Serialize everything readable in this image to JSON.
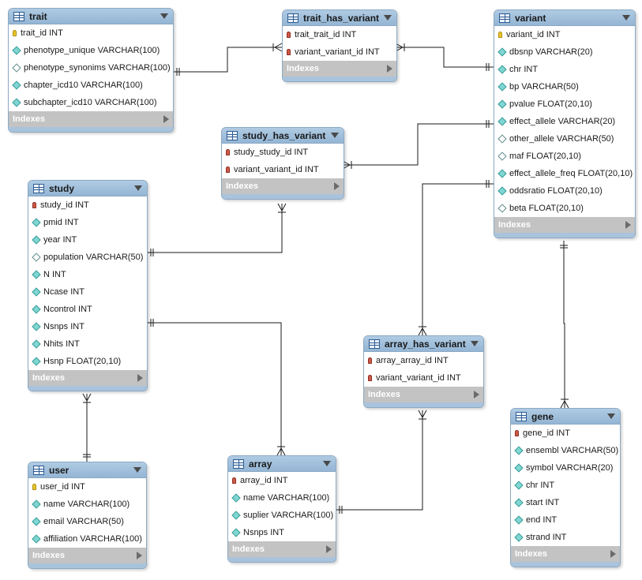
{
  "diagram": {
    "indexes_label": "Indexes",
    "tables": [
      {
        "id": "trait",
        "name": "trait",
        "columns": [
          {
            "name": "trait_id INT",
            "kind": "pk"
          },
          {
            "name": "phenotype_unique VARCHAR(100)",
            "kind": "attr"
          },
          {
            "name": "phenotype_synonims VARCHAR(100)",
            "kind": "attr-null"
          },
          {
            "name": "chapter_icd10 VARCHAR(100)",
            "kind": "attr"
          },
          {
            "name": "subchapter_icd10 VARCHAR(100)",
            "kind": "attr"
          }
        ]
      },
      {
        "id": "trait_has_variant",
        "name": "trait_has_variant",
        "columns": [
          {
            "name": "trait_trait_id INT",
            "kind": "fk"
          },
          {
            "name": "variant_variant_id INT",
            "kind": "fk"
          }
        ]
      },
      {
        "id": "variant",
        "name": "variant",
        "columns": [
          {
            "name": "variant_id INT",
            "kind": "pk"
          },
          {
            "name": "dbsnp VARCHAR(20)",
            "kind": "attr"
          },
          {
            "name": "chr INT",
            "kind": "attr"
          },
          {
            "name": "bp VARCHAR(50)",
            "kind": "attr"
          },
          {
            "name": "pvalue FLOAT(20,10)",
            "kind": "attr"
          },
          {
            "name": "effect_allele VARCHAR(20)",
            "kind": "attr"
          },
          {
            "name": "other_allele VARCHAR(50)",
            "kind": "attr-null"
          },
          {
            "name": "maf FLOAT(20,10)",
            "kind": "attr-null"
          },
          {
            "name": "effect_allele_freq FLOAT(20,10)",
            "kind": "attr"
          },
          {
            "name": "oddsratio FLOAT(20,10)",
            "kind": "attr"
          },
          {
            "name": "beta FLOAT(20,10)",
            "kind": "attr-null"
          }
        ]
      },
      {
        "id": "study_has_variant",
        "name": "study_has_variant",
        "columns": [
          {
            "name": "study_study_id INT",
            "kind": "fk"
          },
          {
            "name": "variant_variant_id INT",
            "kind": "fk"
          }
        ]
      },
      {
        "id": "study",
        "name": "study",
        "columns": [
          {
            "name": "study_id INT",
            "kind": "fk"
          },
          {
            "name": "pmid INT",
            "kind": "attr"
          },
          {
            "name": "year INT",
            "kind": "attr"
          },
          {
            "name": "population VARCHAR(50)",
            "kind": "attr-null"
          },
          {
            "name": "N INT",
            "kind": "attr"
          },
          {
            "name": "Ncase INT",
            "kind": "attr"
          },
          {
            "name": "Ncontrol INT",
            "kind": "attr"
          },
          {
            "name": "Nsnps INT",
            "kind": "attr"
          },
          {
            "name": "Nhits INT",
            "kind": "attr"
          },
          {
            "name": "Hsnp FLOAT(20,10)",
            "kind": "attr"
          }
        ]
      },
      {
        "id": "array_has_variant",
        "name": "array_has_variant",
        "columns": [
          {
            "name": "array_array_id INT",
            "kind": "fk"
          },
          {
            "name": "variant_variant_id INT",
            "kind": "fk"
          }
        ]
      },
      {
        "id": "gene",
        "name": "gene",
        "columns": [
          {
            "name": "gene_id INT",
            "kind": "fk"
          },
          {
            "name": "ensembl VARCHAR(50)",
            "kind": "attr"
          },
          {
            "name": "symbol VARCHAR(20)",
            "kind": "attr"
          },
          {
            "name": "chr INT",
            "kind": "attr"
          },
          {
            "name": "start INT",
            "kind": "attr"
          },
          {
            "name": "end INT",
            "kind": "attr"
          },
          {
            "name": "strand INT",
            "kind": "attr"
          }
        ]
      },
      {
        "id": "user",
        "name": "user",
        "columns": [
          {
            "name": "user_id INT",
            "kind": "pk"
          },
          {
            "name": "name VARCHAR(100)",
            "kind": "attr"
          },
          {
            "name": "email VARCHAR(50)",
            "kind": "attr"
          },
          {
            "name": "affiliation VARCHAR(100)",
            "kind": "attr"
          }
        ]
      },
      {
        "id": "array",
        "name": "array",
        "columns": [
          {
            "name": "array_id INT",
            "kind": "fk"
          },
          {
            "name": "name VARCHAR(100)",
            "kind": "attr"
          },
          {
            "name": "suplier VARCHAR(100)",
            "kind": "attr"
          },
          {
            "name": "Nsnps INT",
            "kind": "attr"
          }
        ]
      }
    ],
    "relationships": [
      {
        "id": "trait-to-trait_has_variant",
        "from": "trait",
        "to": "trait_has_variant",
        "from_end": "one",
        "to_end": "many"
      },
      {
        "id": "trait_has_variant-to-variant",
        "from": "trait_has_variant",
        "to": "variant",
        "from_end": "many",
        "to_end": "one"
      },
      {
        "id": "variant-to-study_has_variant",
        "from": "variant",
        "to": "study_has_variant",
        "from_end": "one",
        "to_end": "many"
      },
      {
        "id": "variant-to-array_has_variant",
        "from": "variant",
        "to": "array_has_variant",
        "from_end": "one",
        "to_end": "many"
      },
      {
        "id": "variant-to-gene",
        "from": "variant",
        "to": "gene",
        "from_end": "one",
        "to_end": "many"
      },
      {
        "id": "study-to-study_has_variant",
        "from": "study",
        "to": "study_has_variant",
        "from_end": "one",
        "to_end": "many"
      },
      {
        "id": "study-to-user",
        "from": "study",
        "to": "user",
        "from_end": "many",
        "to_end": "one"
      },
      {
        "id": "study-to-array",
        "from": "study",
        "to": "array",
        "from_end": "one",
        "to_end": "many"
      },
      {
        "id": "array-to-array_has_variant",
        "from": "array",
        "to": "array_has_variant",
        "from_end": "one",
        "to_end": "many"
      }
    ]
  }
}
